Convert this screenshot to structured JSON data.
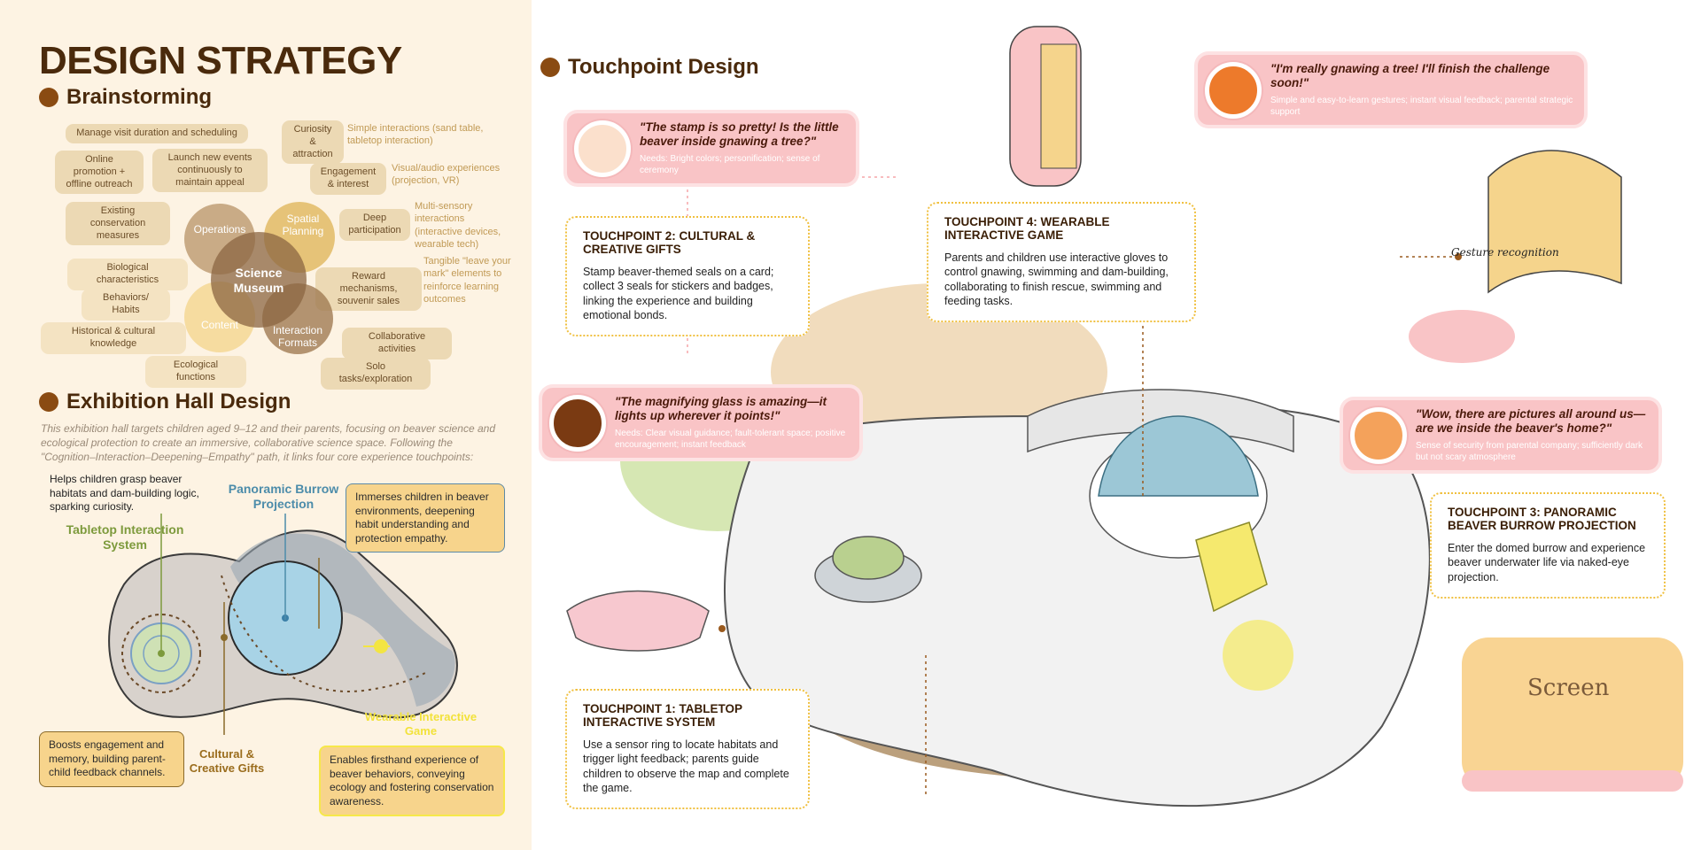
{
  "left": {
    "title": "DESIGN STRATEGY",
    "brainstorm_heading": "Brainstorming",
    "chips": {
      "visit": "Manage visit duration and scheduling",
      "curiosity": "Curiosity & attraction",
      "online": "Online promotion + offline outreach",
      "launch": "Launch new events continuously to maintain appeal",
      "engagement": "Engagement & interest",
      "existing": "Existing conservation measures",
      "deep": "Deep participation",
      "bio": "Biological characteristics",
      "behaviors": "Behaviors/ Habits",
      "reward": "Reward mechanisms, souvenir sales",
      "historical": "Historical & cultural knowledge",
      "collab": "Collaborative activities",
      "eco": "Ecological functions",
      "solo": "Solo tasks/exploration"
    },
    "notes": {
      "simple": "Simple interactions (sand table, tabletop interaction)",
      "visual": "Visual/audio experiences (projection, VR)",
      "multi": "Multi-sensory interactions (interactive devices, wearable tech)",
      "tangible": "Tangible \"leave your mark\" elements to reinforce learning outcomes"
    },
    "venn": {
      "operations": "Operations",
      "spatial": "Spatial Planning",
      "center": "Science Museum",
      "content": "Content",
      "interaction": "Interaction Formats"
    },
    "hall_heading": "Exhibition Hall Design",
    "intro": "This exhibition hall targets children aged 9–12 and their parents, focusing on beaver science and ecological protection to create an immersive, collaborative science space. Following the \"Cognition–Interaction–Deepening–Empathy\" path, it links four core experience touchpoints:",
    "helps": "Helps children grasp beaver habitats and dam-building logic, sparking curiosity.",
    "panoramic_label": "Panoramic Burrow Projection",
    "tabletop_label": "Tabletop Interaction System",
    "immerses": "Immerses children in beaver environments, deepening habit understanding and protection empathy.",
    "boosts": "Boosts engagement and memory, building parent-child feedback channels.",
    "cultural_label": "Cultural & Creative Gifts",
    "wearable_label": "Wearable Interactive Game",
    "enables": "Enables firsthand experience of beaver behaviors, conveying ecology and fostering conservation awareness."
  },
  "right": {
    "heading": "Touchpoint Design",
    "quote_stamp": "\"The stamp is so pretty! Is the little beaver inside gnawing a tree?\"",
    "need_stamp": "Needs: Bright colors; personification; sense of ceremony",
    "quote_gnaw": "\"I'm really gnawing a tree! I'll finish the challenge soon!\"",
    "need_gnaw": "Simple and easy-to-learn gestures; instant visual feedback; parental strategic support",
    "quote_glass": "\"The magnifying glass is amazing—it lights up wherever it points!\"",
    "need_glass": "Needs: Clear visual guidance; fault-tolerant space; positive encouragement; instant feedback",
    "quote_wow": "\"Wow, there are pictures all around us—are we inside the beaver's home?\"",
    "need_wow": "Sense of security from parental company; sufficiently dark but not scary atmosphere",
    "tp2_title": "TOUCHPOINT 2: CULTURAL & CREATIVE GIFTS",
    "tp2_body": "Stamp beaver-themed seals on a card; collect 3 seals for stickers and badges, linking the experience and building emotional bonds.",
    "tp4_title": "TOUCHPOINT 4: WEARABLE INTERACTIVE GAME",
    "tp4_body": "Parents and children use interactive gloves to control gnawing, swimming and dam-building, collaborating to finish rescue, swimming and feeding tasks.",
    "tp3_title": "TOUCHPOINT 3: PANORAMIC BEAVER BURROW PROJECTION",
    "tp3_body": "Enter the domed burrow and experience beaver underwater life via naked-eye projection.",
    "tp1_title": "TOUCHPOINT 1: TABLETOP INTERACTIVE SYSTEM",
    "tp1_body": "Use a sensor ring to locate habitats and trigger light feedback; parents guide children to observe the map and complete the game.",
    "gesture": "Gesture recognition",
    "screen": "Screen"
  },
  "colors": {
    "brown_dark": "#4a2a0c",
    "accent_brown": "#8a4b12",
    "pink": "#f9c4c6",
    "yellow_border": "#f0c040",
    "blue": "#4c8caa",
    "green": "#7d9a3c"
  }
}
